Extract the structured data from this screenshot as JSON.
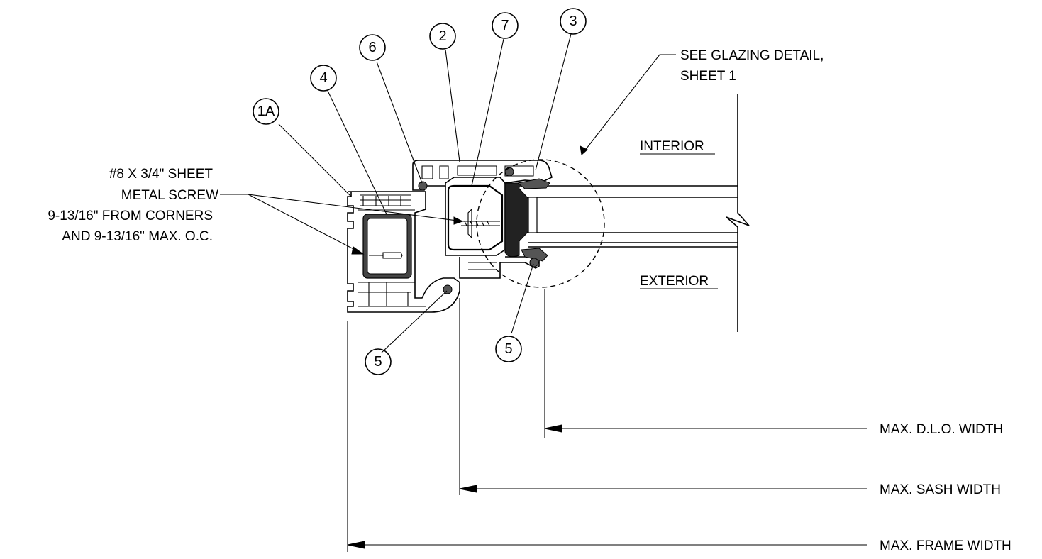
{
  "callouts": {
    "c1A": "1A",
    "c2": "2",
    "c3": "3",
    "c4": "4",
    "c5a": "5",
    "c5b": "5",
    "c6": "6",
    "c7": "7"
  },
  "notes": {
    "screw_line1": "#8 X 3/4\" SHEET",
    "screw_line2": "METAL SCREW",
    "screw_line3": "9-13/16\" FROM CORNERS",
    "screw_line4": "AND 9-13/16\" MAX. O.C.",
    "glazing_line1": "SEE GLAZING DETAIL,",
    "glazing_line2": "SHEET 1",
    "interior": "INTERIOR",
    "exterior": "EXTERIOR"
  },
  "dimensions": {
    "dlo": "MAX. D.L.O. WIDTH",
    "sash": "MAX. SASH WIDTH",
    "frame": "MAX. FRAME WIDTH"
  }
}
